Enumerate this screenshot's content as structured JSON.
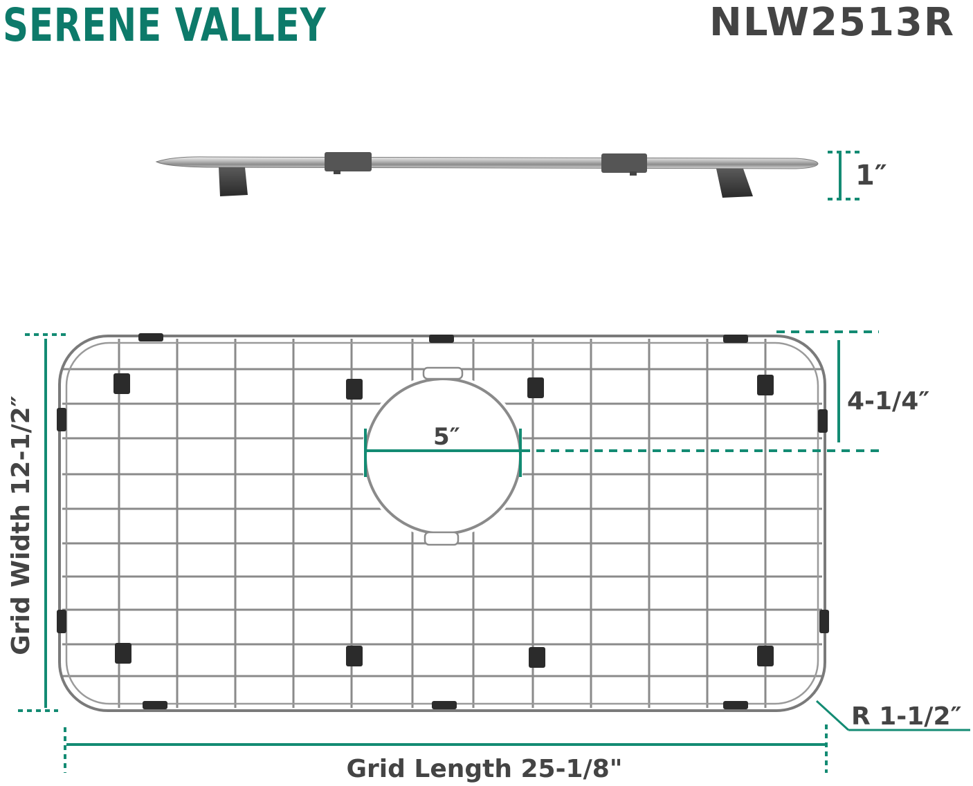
{
  "header": {
    "brand": "SERENE VALLEY",
    "model": "NLW2513R"
  },
  "dimensions": {
    "height": "1″",
    "hole_offset": "4-1/4″",
    "hole_diameter": "5″",
    "width": "Grid Width 12-1/2″",
    "length": "Grid Length 25-1/8\"",
    "corner_radius": "R 1-1/2″"
  },
  "colors": {
    "brand_teal": "#0d7a6a",
    "dimension_teal": "#138b73",
    "text_gray": "#444444",
    "wire": "#8a8a8a",
    "bumper": "#2b2b2b"
  }
}
